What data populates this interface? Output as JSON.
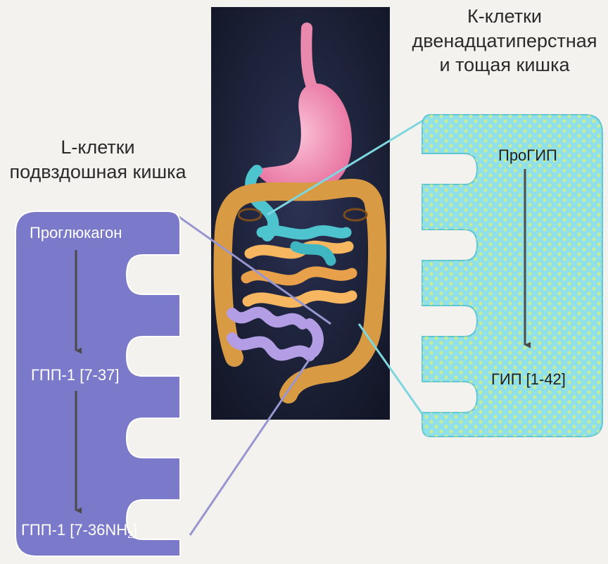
{
  "labels": {
    "l_cells_title": "L-клетки",
    "l_cells_location": "подвздошная кишка",
    "k_cells_title": "К-клетки",
    "k_cells_location_1": "двенадцатиперстная",
    "k_cells_location_2": "и тощая кишка"
  },
  "l_cell": {
    "precursor": "Проглюкагон",
    "product_1": "ГПП-1 [7-37]",
    "product_2_prefix": "ГПП-1 [7-36NH",
    "product_2_sub": "2",
    "product_2_suffix": "]"
  },
  "k_cell": {
    "precursor": "ПроГИП",
    "product": "ГИП [1-42]"
  },
  "colors": {
    "l_cell_fill": "#7b79c9",
    "k_cell_fill": "#8fe0ea",
    "k_cell_dots": "#d8f07a",
    "anatomy_background": "#1d2238",
    "stomach": "#f28ab2",
    "colon": "#d99a44",
    "small_intestine": "#f6b760",
    "duodenum": "#4ec4cf",
    "ileum": "#b39ee6"
  }
}
